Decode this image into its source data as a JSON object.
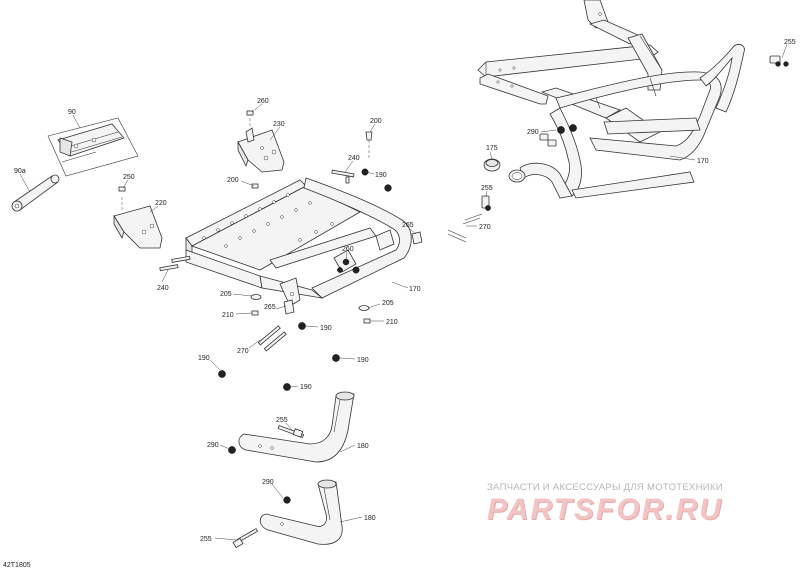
{
  "diagram_code": "42T1805",
  "watermark": {
    "top_text": "ЗАПЧАСТИ И АКСЕССУАРЫ ДЛЯ МОТОТЕХНИКИ",
    "logo_text": "PARTSFOR.RU"
  },
  "callouts": {
    "c255_top_right": "255",
    "c260_top": "260",
    "c230": "230",
    "c200_top": "200",
    "c90": "90",
    "c240_top": "240",
    "c190_top": "190",
    "c290_top": "290",
    "c175": "175",
    "c170_right": "170",
    "c90a": "90a",
    "c250": "250",
    "c200_mid": "200",
    "c255_mid": "255",
    "c220": "220",
    "c265_right": "265",
    "c270_right": "270",
    "c260_mid": "260",
    "c240_left": "240",
    "c170_mid": "170",
    "c205_left": "205",
    "c205_right": "205",
    "c210_left": "210",
    "c265_mid": "265",
    "c210_right": "210",
    "c190_mid": "190",
    "c270_left": "270",
    "c190_left": "190",
    "c190_right": "190",
    "c190_lower": "190",
    "c255_lower": "255",
    "c290_left": "290",
    "c180_upper": "180",
    "c290_bottom": "290",
    "c180_lower": "180",
    "c255_bottom": "255"
  }
}
